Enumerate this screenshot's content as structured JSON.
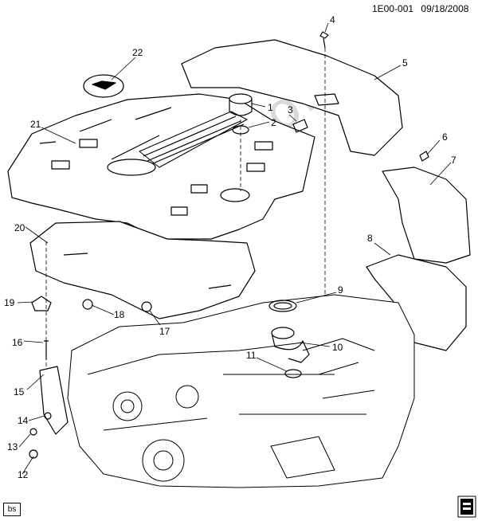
{
  "header": {
    "code": "1E00-001",
    "date": "09/18/2008"
  },
  "callouts": [
    "1",
    "2",
    "3",
    "4",
    "5",
    "6",
    "7",
    "8",
    "9",
    "10",
    "11",
    "12",
    "13",
    "14",
    "15",
    "16",
    "17",
    "18",
    "19",
    "20",
    "21",
    "22"
  ],
  "footer": {
    "stamp": "bs"
  },
  "watermark": "zzap.com",
  "icons": [
    "emission-label-icon",
    "engine-cover-part",
    "manifold-part",
    "bracket-part"
  ]
}
